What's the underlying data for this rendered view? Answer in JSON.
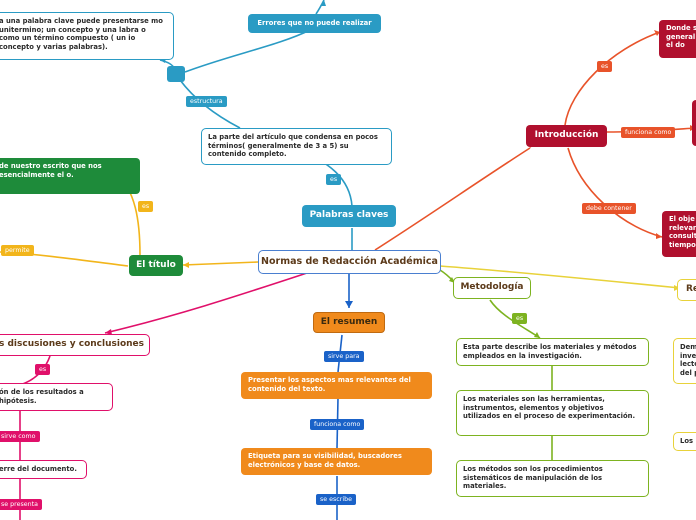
{
  "central": "Normas de Redacción Académica",
  "palabras_claves": {
    "title": "Palabras claves",
    "link_es": "es",
    "definition": "La parte del artículo que condensa en pocos términos( generalmente de 3 a 5) su contenido completo.",
    "link_estructura": "estructura",
    "structure_text": "a una palabra clave puede presentarse mo unitermino; un concepto y una labra  o como un término compuesto ( un io concepto y varias palabras).",
    "errors": "Errores que no puede realizar"
  },
  "introduccion": {
    "title": "Introducción",
    "link_es": "es",
    "es_text": "Donde s general en el do",
    "link_funciona": "funciona como",
    "link_debe": "debe contener",
    "debe_text": "El obje relevan consult tiempo"
  },
  "titulo": {
    "title": "El título",
    "link_es": "es",
    "es_text": "de nuestro escrito que nos esencialmente el o.",
    "link_permite": "permite"
  },
  "discusiones": {
    "title": "s discusiones y conclusiones",
    "link_es": "es",
    "es_text": "ón de los resultados a hipótesis.",
    "link_sirve": "sirve como",
    "sirve_text": "erre del documento.",
    "link_presenta": "se presenta"
  },
  "resumen": {
    "title": "El resumen",
    "link_sirve": "sirve para",
    "sirve_text": "Presentar los aspectos mas relevantes del contenido del texto.",
    "link_funciona": "funciona como",
    "funciona_text": "Etiqueta para su visibilidad, buscadores electrónicos y base de datos.",
    "link_escribe": "se escribe"
  },
  "metodologia": {
    "title": "Metodología",
    "link_es": "es",
    "text1": "Esta parte describe los materiales y métodos empleados en la investigación.",
    "text2": "Los materiales son las herramientas, instrumentos, elementos y objetivos utilizados en el proceso de experimentación.",
    "text3": "Los métodos son los procedimientos sistemáticos de manipulación de los materiales."
  },
  "right_branch": {
    "title": "Re",
    "text1": "Dem inve lecto del p",
    "text2": "Los"
  },
  "colors": {
    "blue": "#2a9bc4",
    "red": "#b0102e",
    "orange_red": "#e8532a",
    "green": "#1e8b3a",
    "gold": "#f2b51b",
    "magenta": "#e0106a",
    "orange": "#f08a1c",
    "lime": "#7db320",
    "yellow": "#e8d23a",
    "link_blue": "#1a62c8"
  }
}
